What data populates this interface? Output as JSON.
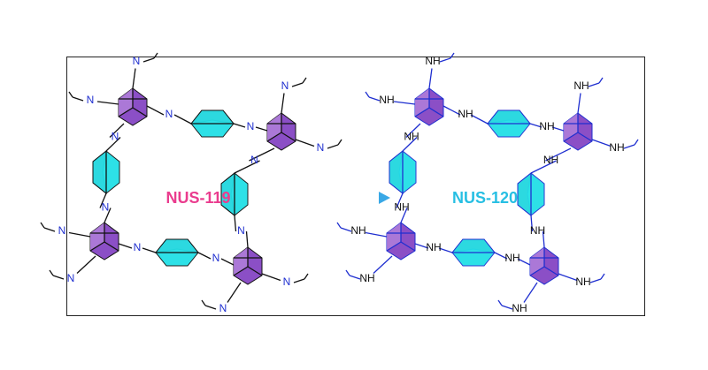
{
  "left_framework": {
    "name": "NUS-119",
    "name_color": "#ea3c8e",
    "linkage_atom": "N",
    "bond_color": "#111111",
    "atom_color": "#1f2fd0"
  },
  "right_framework": {
    "name": "NUS-120",
    "name_color": "#27bfe3",
    "linkage_atom": "NH",
    "bond_color": "#1f2fd0",
    "atom_color": "#111111"
  },
  "arrow": {
    "gradient_start": "#e8468f",
    "gradient_end": "#39a8e6"
  },
  "colors": {
    "cage": "#8b4fc6",
    "cage_light": "#b07fd9",
    "ring_cyan": "#22e0e6",
    "ring_pink": "#e8577c",
    "frame_border": "#222222"
  }
}
